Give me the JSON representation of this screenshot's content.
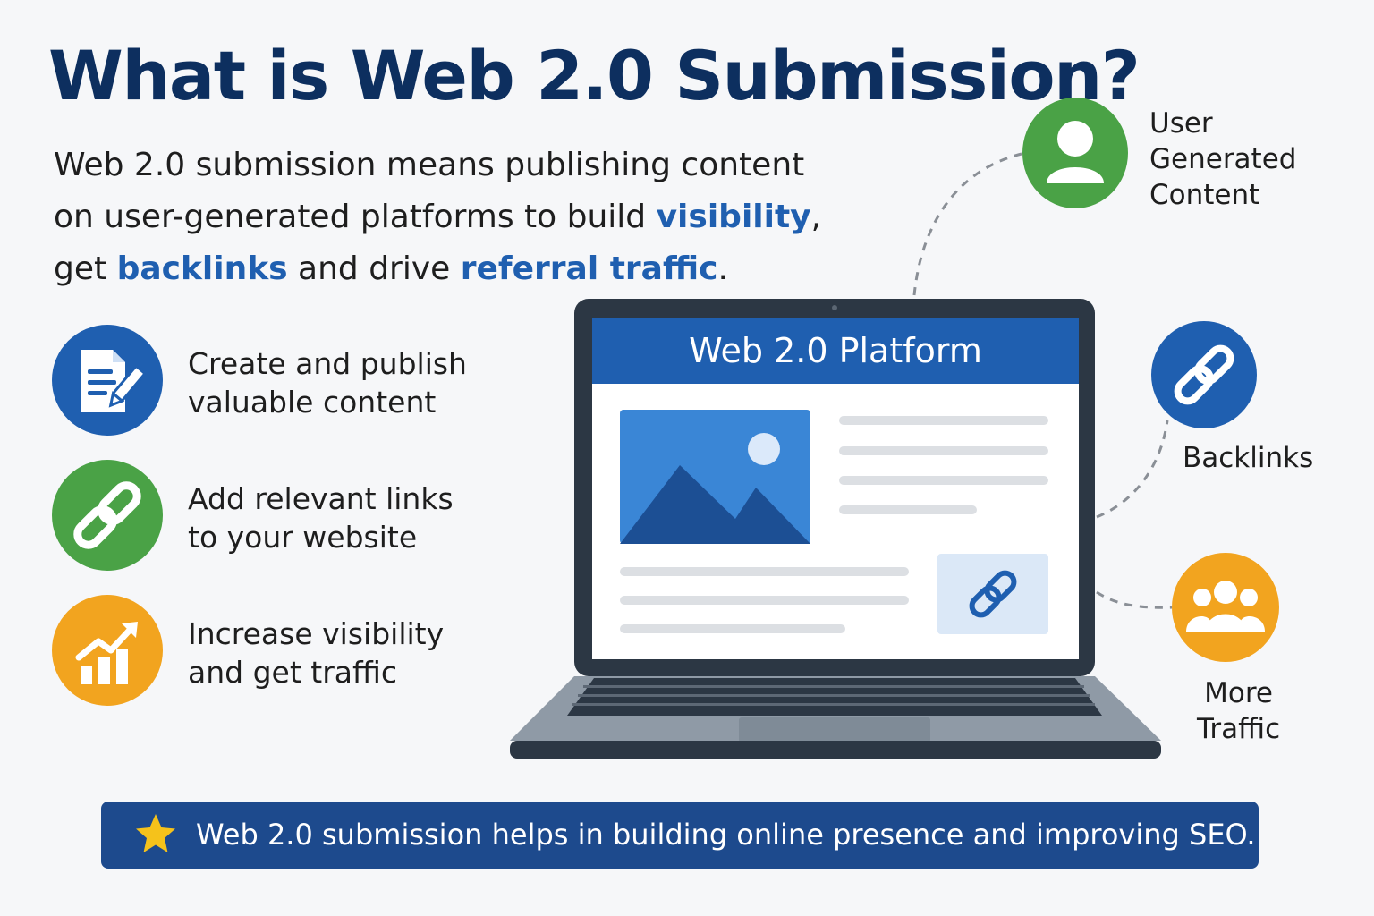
{
  "title": "What is Web 2.0 Submission?",
  "intro": {
    "part1": "Web 2.0 submission means publishing content on user-generated platforms to build ",
    "highlight1": "visibility",
    "part2": ", get ",
    "highlight2": "backlinks",
    "part3": " and drive ",
    "highlight3": "referral traffic",
    "part4": "."
  },
  "features": [
    {
      "line1": "Create and publish",
      "line2": "valuable content",
      "icon": "document-pen-icon"
    },
    {
      "line1": "Add relevant links",
      "line2": "to your website",
      "icon": "link-icon"
    },
    {
      "line1": "Increase visibility",
      "line2": "and get traffic",
      "icon": "growth-chart-icon"
    }
  ],
  "laptop": {
    "screen_title": "Web 2.0 Platform"
  },
  "side_items": {
    "ugc": {
      "line1": "User",
      "line2": "Generated",
      "line3": "Content",
      "icon": "user-icon"
    },
    "backlinks": {
      "label": "Backlinks",
      "icon": "link-icon"
    },
    "traffic": {
      "line1": "More",
      "line2": "Traffic",
      "icon": "group-icon"
    }
  },
  "banner": {
    "text": "Web 2.0 submission helps in building online presence and improving SEO.",
    "icon": "star-icon"
  },
  "colors": {
    "navy": "#0d2f5f",
    "blue": "#1f5fb0",
    "green": "#4aa246",
    "orange": "#f2a41f",
    "banner": "#1d4a8d"
  }
}
